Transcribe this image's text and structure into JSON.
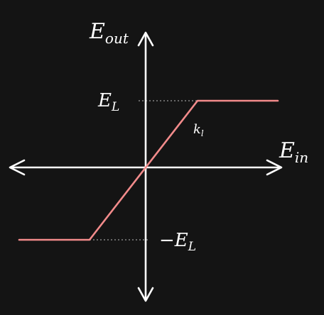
{
  "colors": {
    "background": "#141414",
    "axes": "#ffffff",
    "curve": "#f28b8b",
    "guides": "#9a9a9a"
  },
  "labels": {
    "y_axis": {
      "base": "E",
      "sub": "out"
    },
    "x_axis": {
      "base": "E",
      "sub": "in"
    },
    "upper_level": {
      "base": "E",
      "sub": "L"
    },
    "lower_level": {
      "prefix": "−",
      "base": "E",
      "sub": "L"
    },
    "slope": {
      "base": "k",
      "sub": "l"
    }
  }
}
